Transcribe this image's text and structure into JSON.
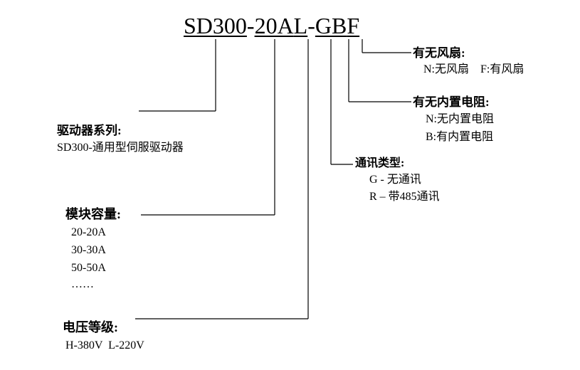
{
  "model": {
    "seg_series": "SD300",
    "sep1": "-",
    "seg_capacity": "20A",
    "seg_voltage": "L",
    "sep2": "-",
    "seg_comm": "G",
    "seg_resistor": "B",
    "seg_fan": "F"
  },
  "fan": {
    "title": "有无风扇:",
    "options": "N:无风扇    F:有风扇"
  },
  "resistor": {
    "title": "有无内置电阻:",
    "options": [
      "N:无内置电阻",
      "B:有内置电阻"
    ]
  },
  "comm": {
    "title": "通讯类型:",
    "options": [
      "G - 无通讯",
      "R – 带485通讯"
    ]
  },
  "series": {
    "title": "驱动器系列:",
    "desc": "SD300-通用型伺服驱动器"
  },
  "capacity": {
    "title": "模块容量:",
    "options": [
      "20-20A",
      "30-30A",
      "50-50A",
      "……"
    ]
  },
  "voltage": {
    "title": "电压等级:",
    "options": "H-380V  L-220V"
  }
}
